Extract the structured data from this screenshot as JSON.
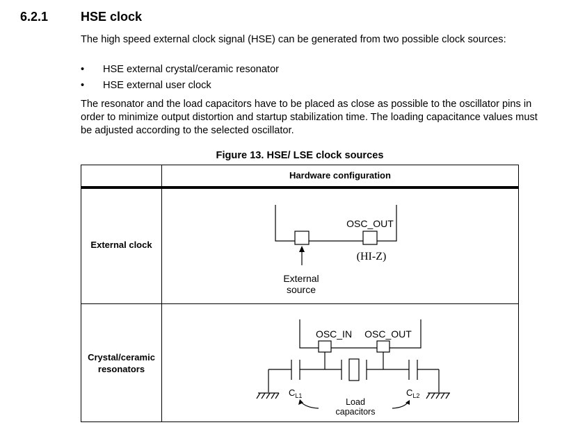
{
  "section": {
    "number": "6.2.1",
    "title": "HSE clock"
  },
  "paragraphs": {
    "intro": "The high speed external clock signal (HSE) can be generated from two possible clock sources:",
    "resonator_note": "The resonator and the load capacitors have to be placed as close as possible to the oscillator pins in order to minimize output distortion and startup stabilization time. The loading capacitance values must be adjusted according to the selected oscillator."
  },
  "bullets": [
    {
      "symbol": "•",
      "text": "HSE external crystal/ceramic resonator"
    },
    {
      "symbol": "•",
      "text": "HSE external user clock"
    }
  ],
  "figure": {
    "title": "Figure 13. HSE/ LSE clock sources",
    "column_header": "Hardware configuration",
    "rows": [
      {
        "label": "External clock",
        "diagram": {
          "pin_label": "OSC_OUT",
          "hiz_label": "(HI-Z)",
          "source_label_line1": "External",
          "source_label_line2": "source"
        }
      },
      {
        "label_line1": "Crystal/ceramic",
        "label_line2": "resonators",
        "diagram": {
          "pin_in_label": "OSC_IN",
          "pin_out_label": "OSC_OUT",
          "cl1_base": "C",
          "cl1_sub": "L1",
          "cl2_base": "C",
          "cl2_sub": "L2",
          "load_label_line1": "Load",
          "load_label_line2": "capacitors"
        }
      }
    ]
  }
}
